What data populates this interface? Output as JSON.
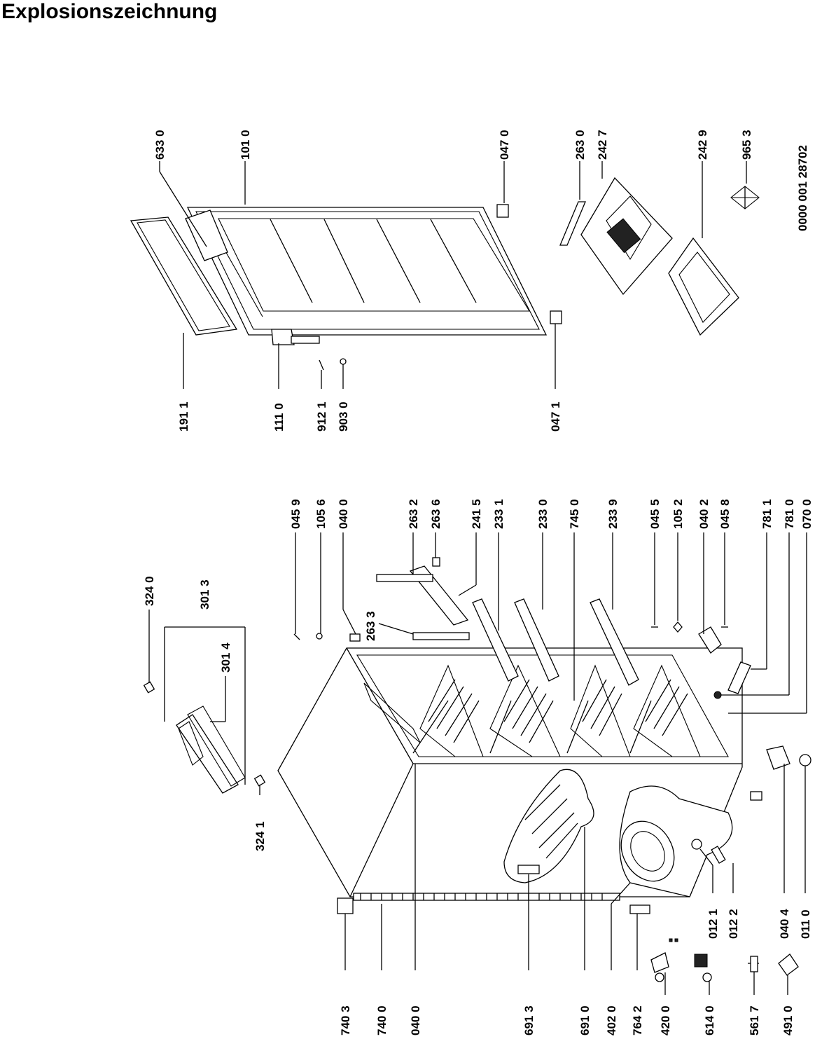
{
  "title": "Explosionszeichnung",
  "doc_number": "0000 001 28702",
  "door_labels": [
    "633 0",
    "101 0",
    "047 0",
    "263 0",
    "242 7",
    "242 9",
    "965 3",
    "191 1",
    "111 0",
    "912 1",
    "903 0",
    "047 1"
  ],
  "cabinet_top_labels": [
    "324 0",
    "301 3",
    "301 4",
    "324 1",
    "263 3",
    "045 9",
    "105 6",
    "040 0",
    "263 2",
    "263 6",
    "241 5",
    "233 1",
    "233 0",
    "745 0",
    "233 9",
    "045 5",
    "105 2",
    "040 2",
    "045 8",
    "781 1",
    "781 0",
    "070 0"
  ],
  "cabinet_bottom_labels": [
    "740 3",
    "740 0",
    "040 0",
    "691 3",
    "691 0",
    "402 0",
    "764 2",
    "420 0",
    "614 0",
    "561 7",
    "491 0",
    "012 1",
    "012 2",
    "040 4",
    "011 0"
  ]
}
